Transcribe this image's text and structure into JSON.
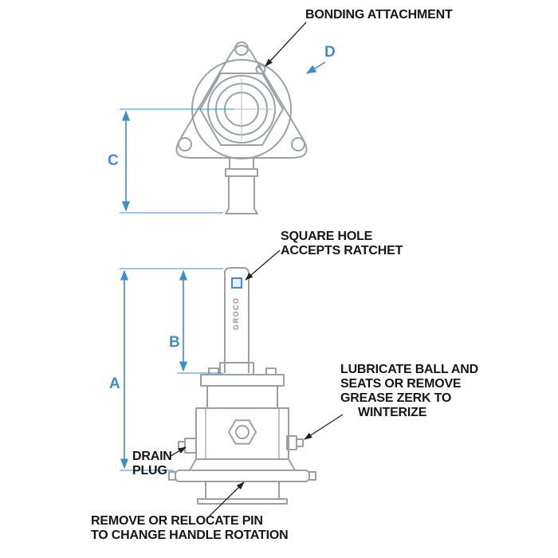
{
  "colors": {
    "accent_blue": "#3d8ec9",
    "line_gray": "#9aa0a4",
    "text": "#161616"
  },
  "labels": {
    "bonding_attachment": "BONDING ATTACHMENT",
    "square_hole_line1": "SQUARE HOLE",
    "square_hole_line2": "ACCEPTS RATCHET",
    "lubricate_line1": "LUBRICATE BALL AND",
    "lubricate_line2": "SEATS OR REMOVE",
    "lubricate_line3": "GREASE ZERK TO",
    "lubricate_line4": "WINTERIZE",
    "drain_line1": "DRAIN",
    "drain_line2": "PLUG",
    "rotate_line1": "REMOVE OR RELOCATE PIN",
    "rotate_line2": "TO CHANGE HANDLE ROTATION",
    "brand": "GROCO"
  },
  "dimensions": {
    "a": "A",
    "b": "B",
    "c": "C",
    "d": "D"
  }
}
